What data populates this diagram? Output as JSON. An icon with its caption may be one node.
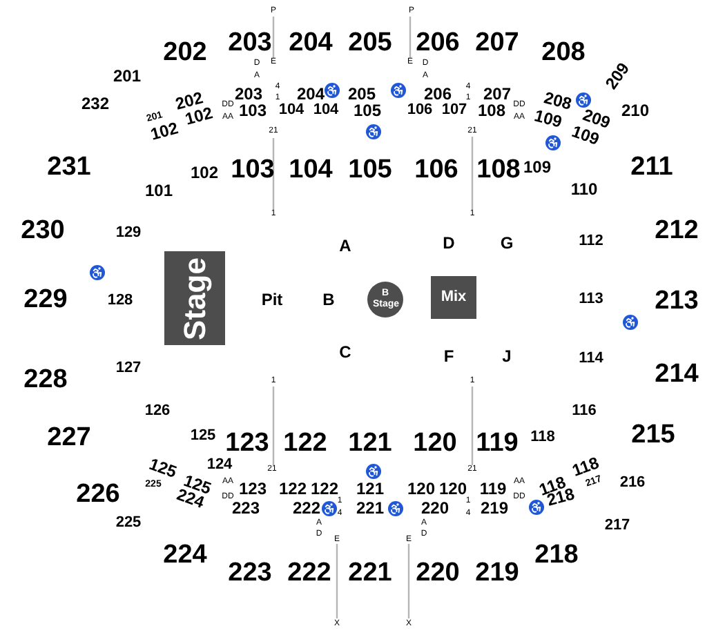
{
  "diagram": {
    "nodes": [
      {
        "text": [
          "Stage"
        ]
      },
      {
        "text": [
          "B Stage"
        ]
      },
      {
        "text": [
          "Mix"
        ]
      }
    ],
    "labels": [
      "P",
      "P",
      "203",
      "204",
      "205",
      "206",
      "207",
      "202",
      "208",
      "D",
      "E",
      "E",
      "D",
      "201",
      "A",
      "A",
      "209",
      "4",
      "1",
      "4",
      "1",
      "232",
      "202",
      "203",
      "204",
      "205",
      "206",
      "207",
      "208",
      "DD",
      "AA",
      "DD",
      "AA",
      "103",
      "104",
      "104",
      "105",
      "106",
      "107",
      "108",
      "210",
      "201",
      "102",
      "102",
      "109",
      "209",
      "109",
      "21",
      "21",
      "231",
      "102",
      "103",
      "104",
      "105",
      "106",
      "108",
      "109",
      "211",
      "101",
      "110",
      "1",
      "1",
      "230",
      "129",
      "212",
      "A",
      "D",
      "G",
      "112",
      "229",
      "128",
      "Pit",
      "B",
      "113",
      "213",
      "C",
      "F",
      "J",
      "114",
      "228",
      "127",
      "214",
      "1",
      "1",
      "126",
      "116",
      "125",
      "118",
      "227",
      "123",
      "122",
      "121",
      "120",
      "119",
      "215",
      "125",
      "124",
      "21",
      "21",
      "118",
      "125",
      "AA",
      "AA",
      "118",
      "217",
      "216",
      "225",
      "123",
      "122",
      "122",
      "121",
      "120",
      "120",
      "119",
      "226",
      "DD",
      "DD",
      "224",
      "218",
      "1",
      "1",
      "223",
      "222",
      "221",
      "220",
      "219",
      "4",
      "4",
      "A",
      "A",
      "225",
      "217",
      "D",
      "D",
      "E",
      "E",
      "224",
      "218",
      "223",
      "222",
      "221",
      "220",
      "219",
      "X",
      "X"
    ]
  }
}
